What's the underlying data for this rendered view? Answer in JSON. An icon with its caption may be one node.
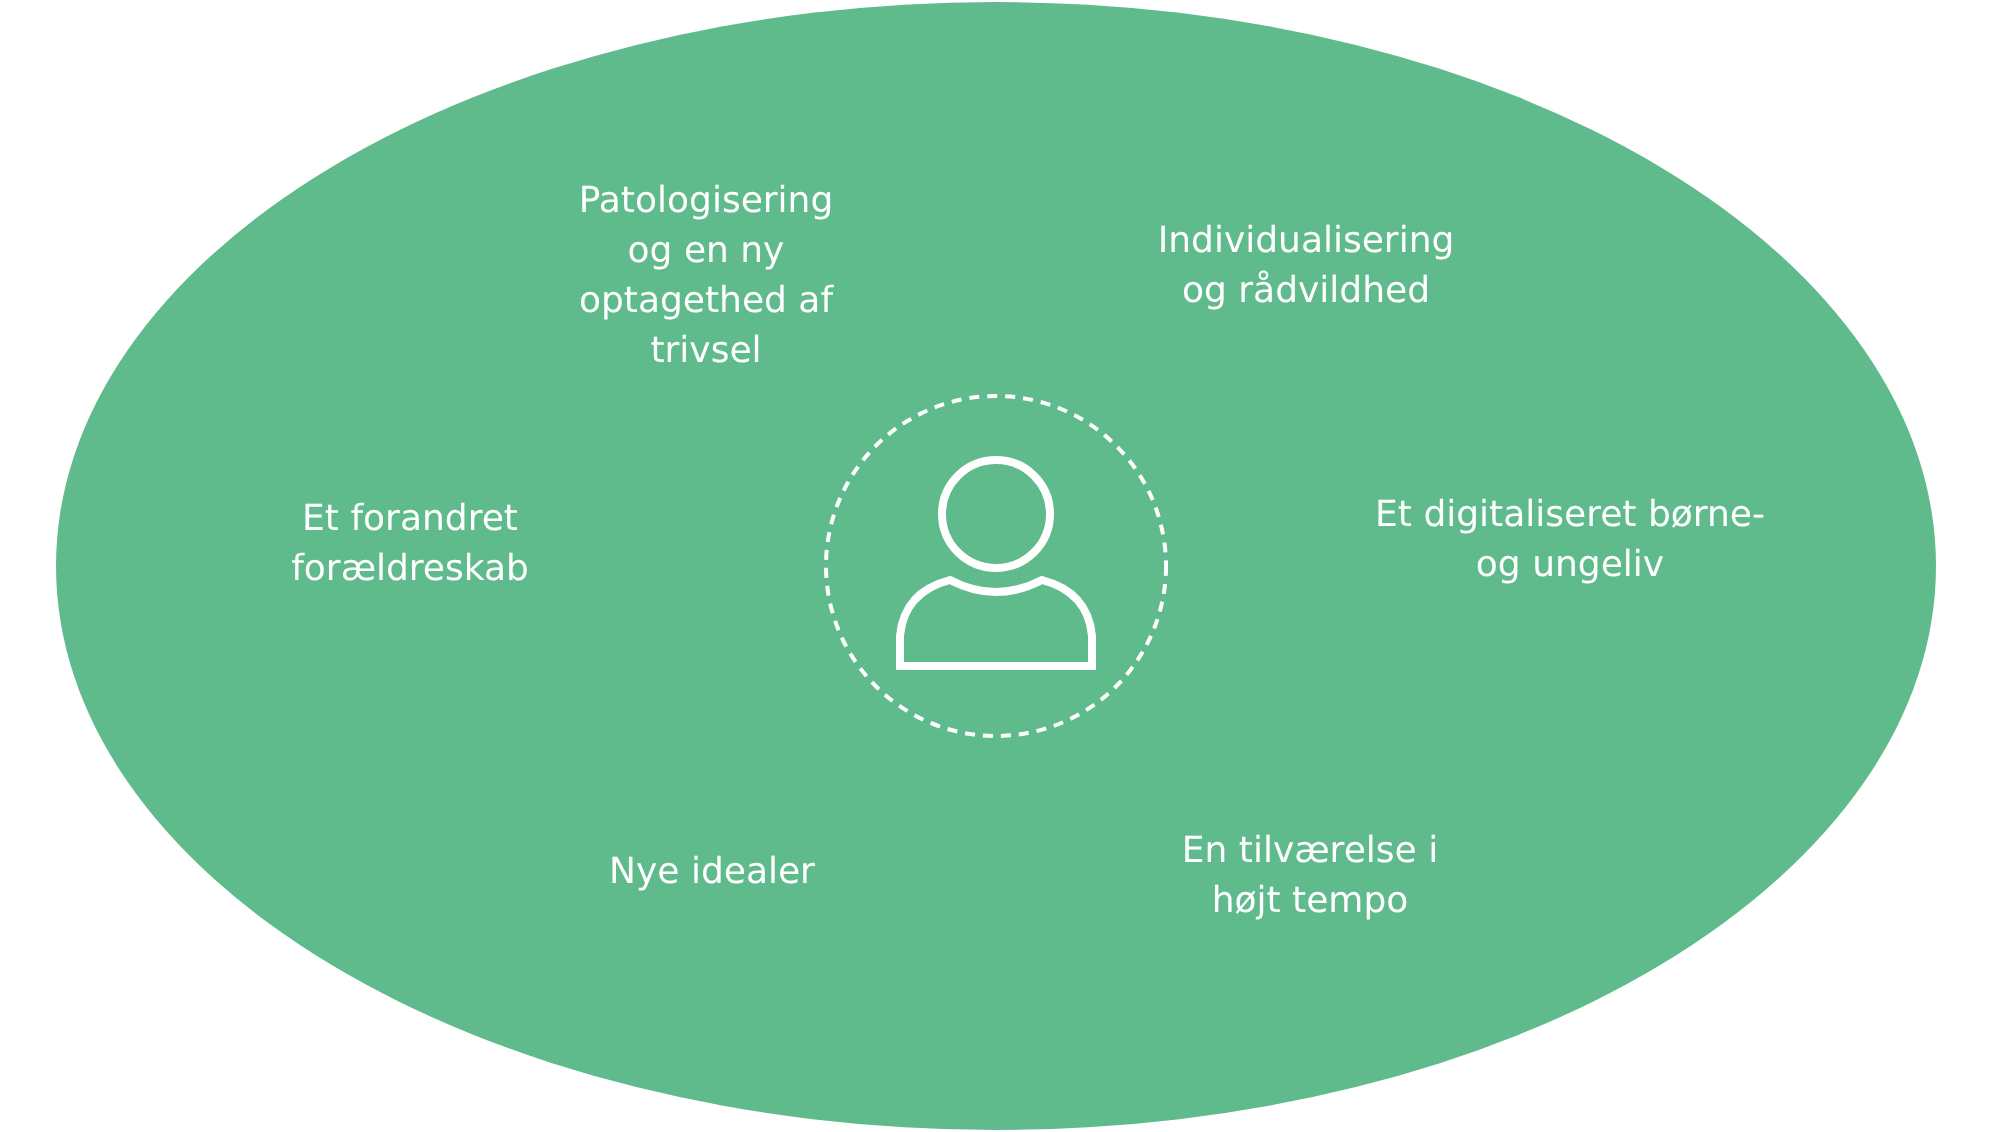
{
  "diagram": {
    "labels": [
      "Patologisering og en ny optagethed af trivsel",
      "Individualisering og rådvildhed",
      "Et forandret forældreskab",
      "Et digitaliseret børne- og ungeliv",
      "Nye idealer",
      "En tilværelse i højt tempo"
    ]
  }
}
